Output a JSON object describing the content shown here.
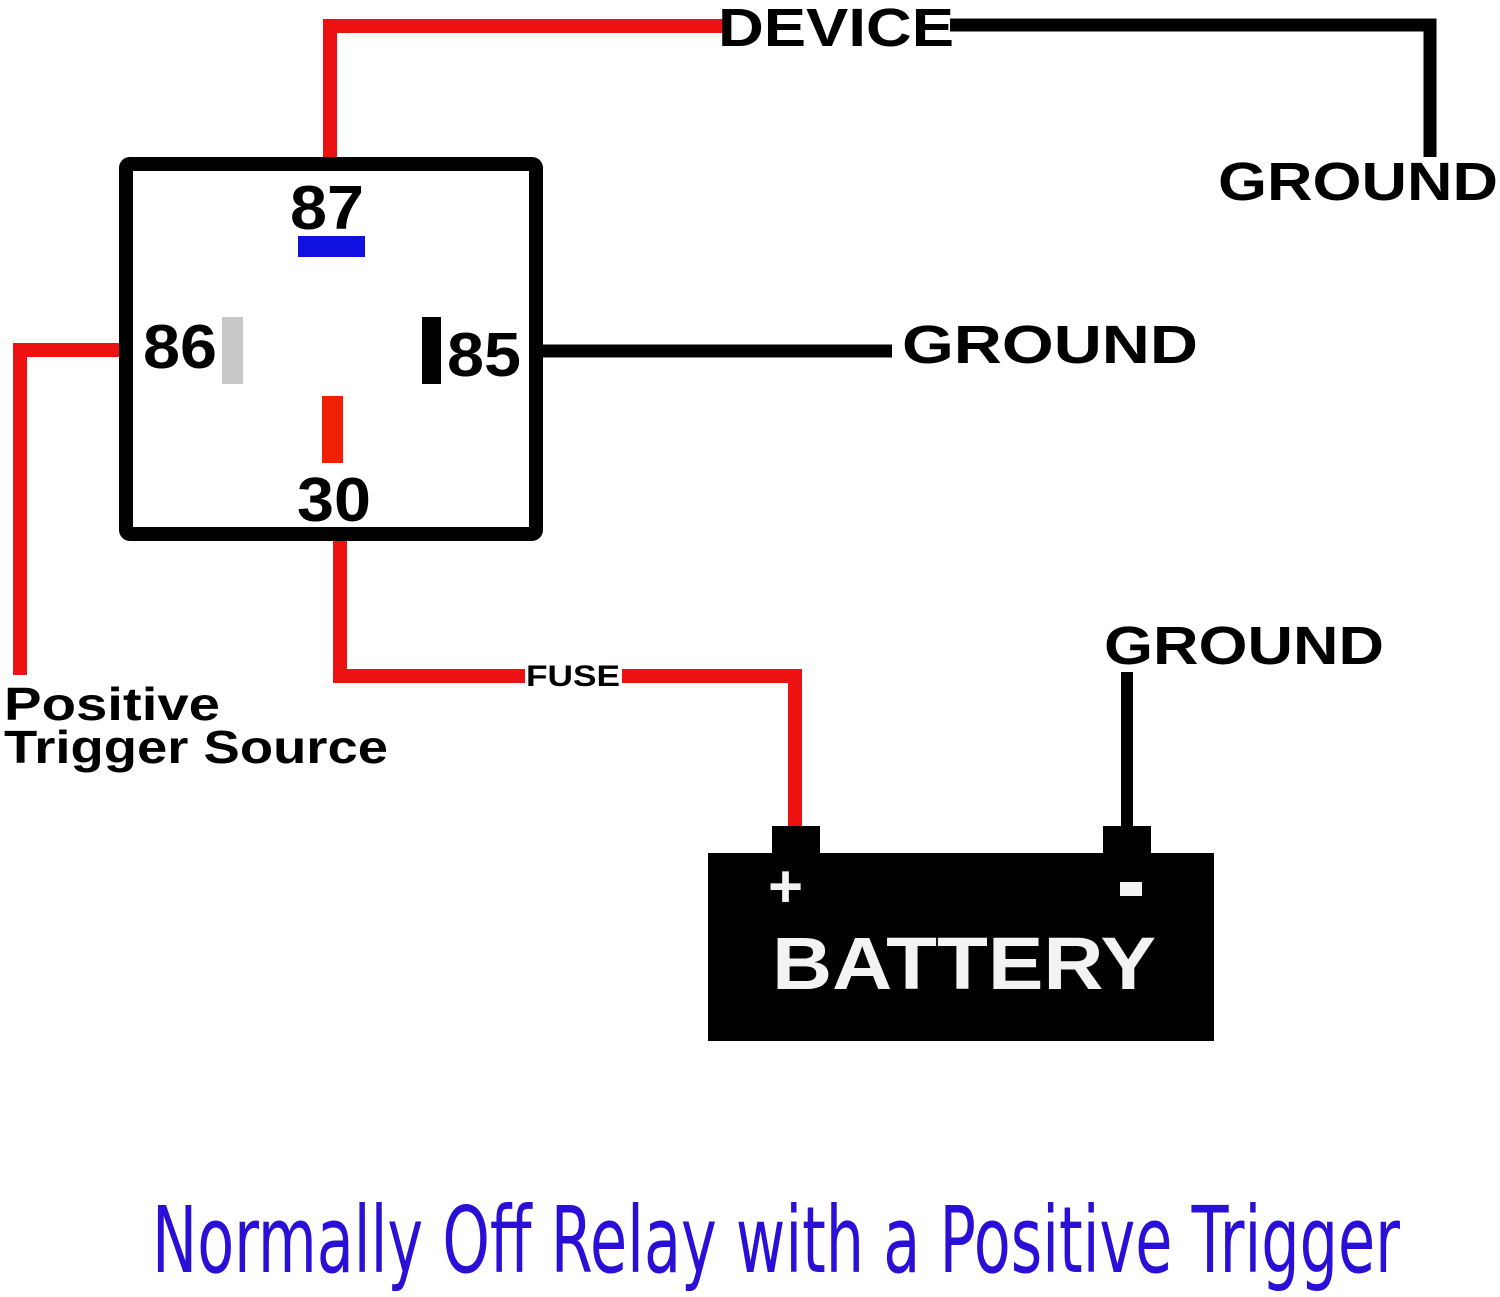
{
  "colors": {
    "positive_wire": "#ee1111",
    "ground_wire": "#000000",
    "pin87": "#1010e0",
    "pin86": "#c8c8c8",
    "pin85": "#000000",
    "pin30": "#ee2200",
    "title": "#2a0fd6",
    "battery_text": "#f4f2f2"
  },
  "relay": {
    "pins": {
      "p87": "87",
      "p86": "86",
      "p85": "85",
      "p30": "30"
    }
  },
  "labels": {
    "device": "DEVICE",
    "ground_device": "GROUND",
    "ground_85": "GROUND",
    "ground_battery": "GROUND",
    "fuse": "FUSE",
    "trigger_line1": "Positive",
    "trigger_line2": "Trigger Source"
  },
  "battery": {
    "label": "BATTERY",
    "plus": "+",
    "minus": "-"
  },
  "title": "Normally Off Relay with a Positive Trigger"
}
